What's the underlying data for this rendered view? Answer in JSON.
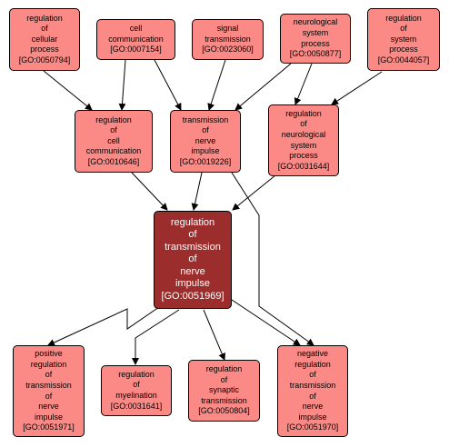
{
  "colors": {
    "node_fill": "#fb8a86",
    "focus_fill": "#9b2d2c",
    "edge": "#000000"
  },
  "nodes": [
    {
      "id": "n1",
      "label": "regulation\nof\ncellular\nprocess\n[GO:0050794]"
    },
    {
      "id": "n2",
      "label": "cell\ncommunication\n[GO:0007154]"
    },
    {
      "id": "n3",
      "label": "signal\ntransmission\n[GO:0023060]"
    },
    {
      "id": "n4",
      "label": "neurological\nsystem\nprocess\n[GO:0050877]"
    },
    {
      "id": "n5",
      "label": "regulation\nof\nsystem\nprocess\n[GO:0044057]"
    },
    {
      "id": "n6",
      "label": "regulation\nof\ncell\ncommunication\n[GO:0010646]"
    },
    {
      "id": "n7",
      "label": "transmission\nof\nnerve\nimpulse\n[GO:0019226]"
    },
    {
      "id": "n8",
      "label": "regulation\nof\nneurological\nsystem\nprocess\n[GO:0031644]"
    },
    {
      "id": "n9",
      "label": "regulation\nof\ntransmission\nof\nnerve\nimpulse\n[GO:0051969]"
    },
    {
      "id": "n10",
      "label": "positive\nregulation\nof\ntransmission\nof\nnerve\nimpulse\n[GO:0051971]"
    },
    {
      "id": "n11",
      "label": "regulation\nof\nmyelination\n[GO:0031641]"
    },
    {
      "id": "n12",
      "label": "regulation\nof\nsynaptic\ntransmission\n[GO:0050804]"
    },
    {
      "id": "n13",
      "label": "negative\nregulation\nof\ntransmission\nof\nnerve\nimpulse\n[GO:0051970]"
    }
  ]
}
